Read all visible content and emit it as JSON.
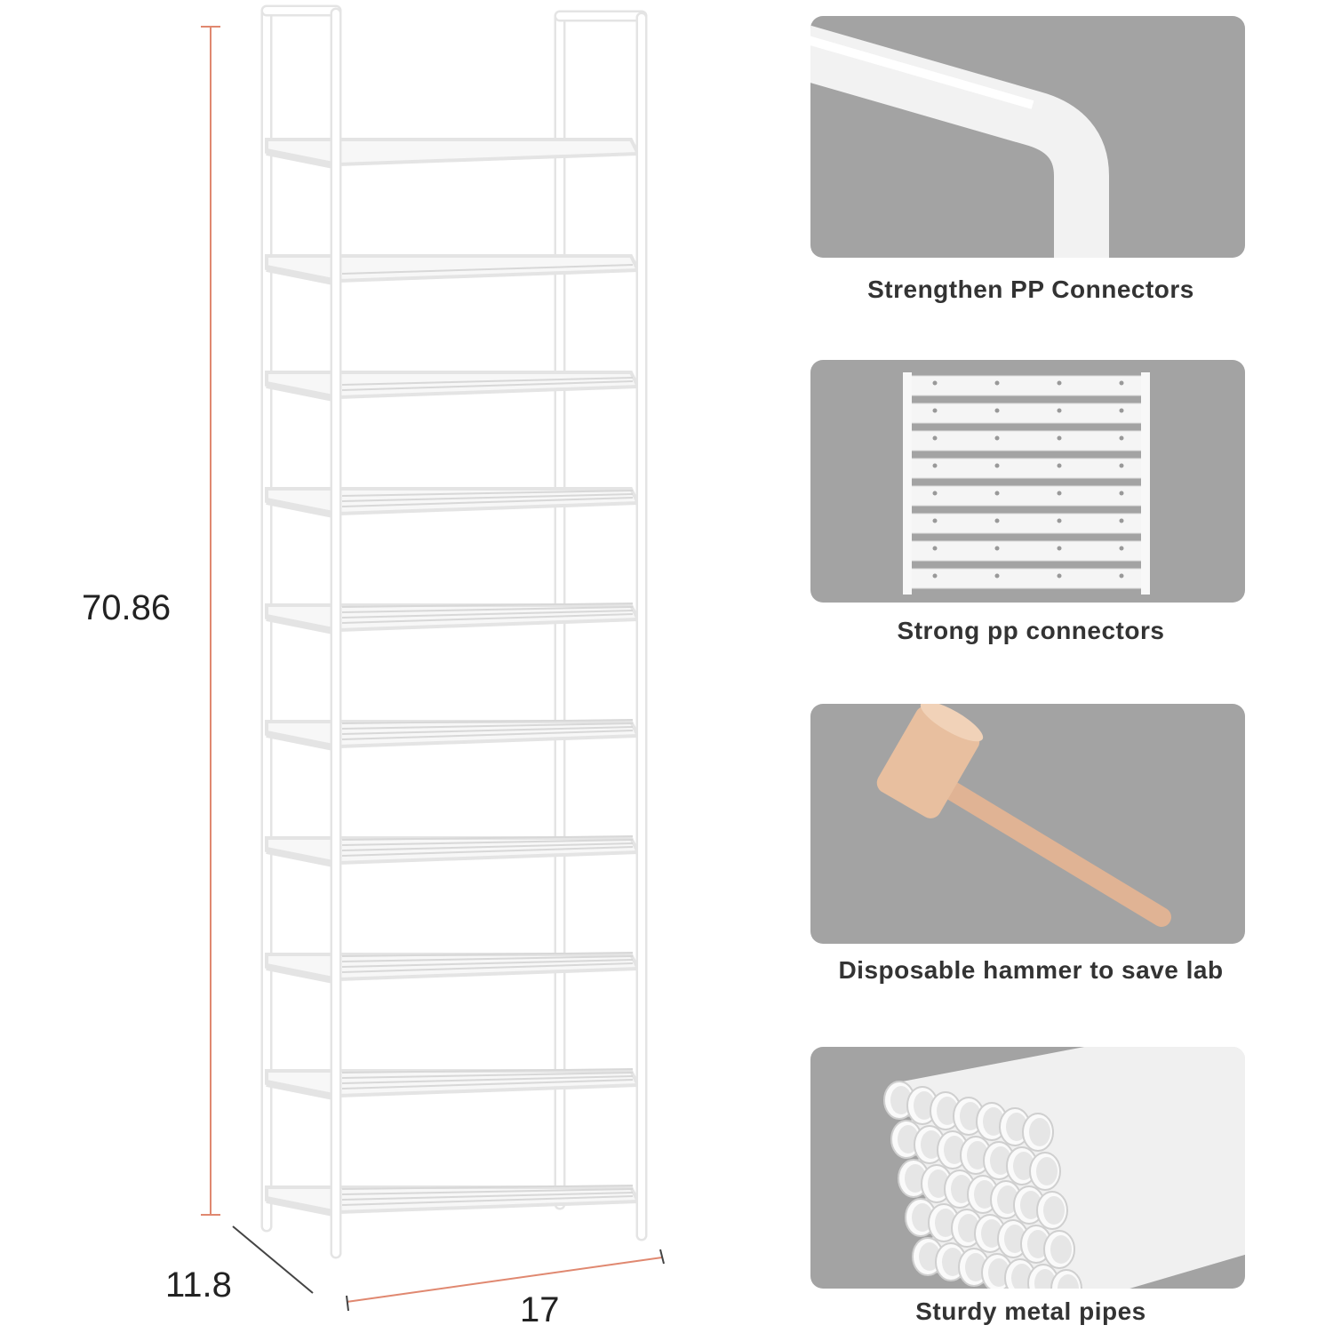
{
  "dimensions": {
    "height": "70.86",
    "depth": "11.8",
    "width": "17",
    "line_color": "#e08870"
  },
  "features": [
    {
      "caption": "Strengthen PP Connectors",
      "icon": "connector-corner-image"
    },
    {
      "caption": "Strong pp connectors",
      "icon": "connectors-stack-image"
    },
    {
      "caption": "Disposable hammer to save lab",
      "icon": "wooden-hammer-image"
    },
    {
      "caption": "Sturdy metal pipes",
      "icon": "pipes-bundle-image"
    }
  ],
  "shelf": {
    "tiers": 10,
    "color": "#ffffff"
  },
  "panel_color": "#a3a3a3"
}
